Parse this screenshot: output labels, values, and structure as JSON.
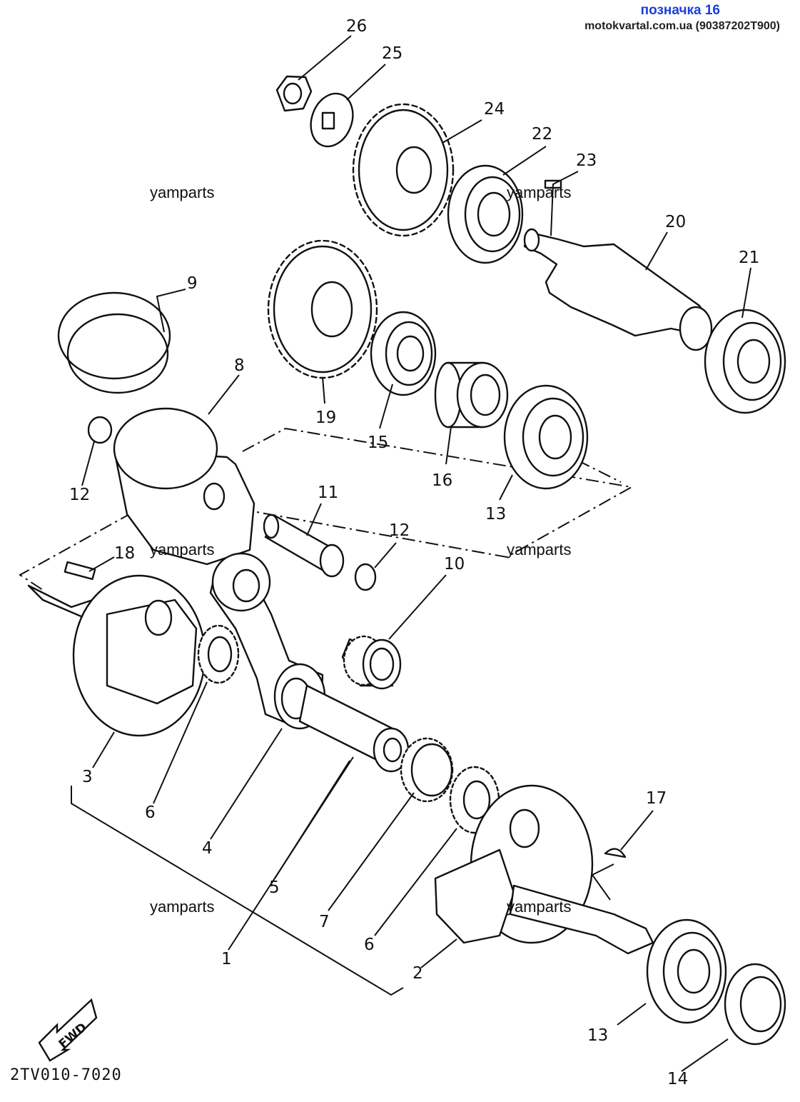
{
  "header": {
    "label": "позначка 16",
    "site": "motokvartal.com.ua (90387202T900)",
    "label_color": "#1a3fd6"
  },
  "watermarks": [
    "yamparts",
    "yamparts",
    "yamparts",
    "yamparts",
    "yamparts",
    "yamparts"
  ],
  "diagram_code": "2TV010-7020",
  "fwd_text": "FWD",
  "callouts": [
    "26",
    "25",
    "24",
    "22",
    "23",
    "20",
    "21",
    "9",
    "8",
    "19",
    "15",
    "16",
    "13",
    "12",
    "11",
    "12",
    "10",
    "18",
    "3",
    "6",
    "4",
    "5",
    "1",
    "7",
    "6",
    "2",
    "17",
    "13",
    "14"
  ]
}
